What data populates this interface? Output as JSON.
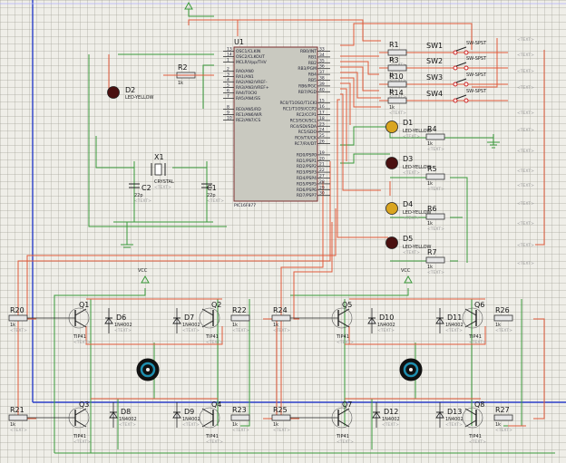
{
  "mcu": {
    "ref": "U1",
    "part": "PIC16F877",
    "left_pins": [
      "OSC1/CLKIN",
      "OSC2/CLKOUT",
      "MCLR/Vpp/THV",
      "RA0/AN0",
      "RA1/AN1",
      "RA2/AN2/VREF-",
      "RA3/AN3/VREF+",
      "RA4/T0CKI",
      "RA5/AN4/SS",
      "RE0/AN5/RD",
      "RE1/AN6/WR",
      "RE2/AN7/CS"
    ],
    "right_pins": [
      "RB0/INT",
      "RB1",
      "RB2",
      "RB3/PGM",
      "RB4",
      "RB5",
      "RB6/PGC",
      "RB7/PGD",
      "RC0/T1OSO/T1CKI",
      "RC1/T1OSI/CCP2",
      "RC2/CCP1",
      "RC3/SCK/SCL",
      "RC4/SDI/SDA",
      "RC5/SDO",
      "RC6/TX/CK",
      "RC7/RX/DT",
      "RD0/PSP0",
      "RD1/PSP1",
      "RD2/PSP2",
      "RD3/PSP3",
      "RD4/PSP4",
      "RD5/PSP5",
      "RD6/PSP6",
      "RD7/PSP7"
    ],
    "left_nums": [
      "13",
      "14",
      "1",
      "2",
      "3",
      "4",
      "5",
      "6",
      "7",
      "8",
      "9",
      "10"
    ],
    "right_nums": [
      "33",
      "34",
      "35",
      "36",
      "37",
      "38",
      "39",
      "40",
      "15",
      "16",
      "17",
      "18",
      "23",
      "24",
      "25",
      "26",
      "19",
      "20",
      "21",
      "22",
      "27",
      "28",
      "29",
      "30"
    ]
  },
  "crystal": {
    "ref": "X1",
    "part": "CRYSTAL"
  },
  "capacitors": [
    {
      "ref": "C2",
      "value": "22p"
    },
    {
      "ref": "C1",
      "value": "22p"
    }
  ],
  "resistors": [
    {
      "ref": "R2",
      "value": "1k"
    },
    {
      "ref": "R1",
      "value": "1k"
    },
    {
      "ref": "R3",
      "value": "1k"
    },
    {
      "ref": "R10",
      "value": "1k"
    },
    {
      "ref": "R14",
      "value": "1k"
    },
    {
      "ref": "R4",
      "value": "1k"
    },
    {
      "ref": "R5",
      "value": "1k"
    },
    {
      "ref": "R6",
      "value": "1k"
    },
    {
      "ref": "R7",
      "value": "1k"
    },
    {
      "ref": "R20",
      "value": "1k"
    },
    {
      "ref": "R22",
      "value": "1k"
    },
    {
      "ref": "R21",
      "value": "1k"
    },
    {
      "ref": "R23",
      "value": "1k"
    },
    {
      "ref": "R24",
      "value": "1k"
    },
    {
      "ref": "R26",
      "value": "1k"
    },
    {
      "ref": "R25",
      "value": "1k"
    },
    {
      "ref": "R27",
      "value": "1k"
    }
  ],
  "switches": [
    {
      "ref": "SW1",
      "part": "SW-SPST"
    },
    {
      "ref": "SW2",
      "part": "SW-SPST"
    },
    {
      "ref": "SW3",
      "part": "SW-SPST"
    },
    {
      "ref": "SW4",
      "part": "SW-SPST"
    }
  ],
  "leds": [
    {
      "ref": "D2",
      "part": "LED-YELLOW",
      "color": "#4a1010"
    },
    {
      "ref": "D1",
      "part": "LED-YELLOW",
      "color": "#d9a520"
    },
    {
      "ref": "D3",
      "part": "LED-YELLOW",
      "color": "#4a1010"
    },
    {
      "ref": "D4",
      "part": "LED-YELLOW",
      "color": "#d9a520"
    },
    {
      "ref": "D5",
      "part": "LED-YELLOW",
      "color": "#4a1010"
    }
  ],
  "transistors": [
    {
      "ref": "Q1",
      "part": "TIP41"
    },
    {
      "ref": "Q2",
      "part": "TIP41"
    },
    {
      "ref": "Q3",
      "part": "TIP41"
    },
    {
      "ref": "Q4",
      "part": "TIP41"
    },
    {
      "ref": "Q5",
      "part": "TIP41"
    },
    {
      "ref": "Q6",
      "part": "TIP41"
    },
    {
      "ref": "Q7",
      "part": "TIP41"
    },
    {
      "ref": "Q8",
      "part": "TIP41"
    }
  ],
  "diodes": [
    {
      "ref": "D6",
      "part": "1N4002"
    },
    {
      "ref": "D7",
      "part": "1N4002"
    },
    {
      "ref": "D8",
      "part": "1N4002"
    },
    {
      "ref": "D9",
      "part": "1N4002"
    },
    {
      "ref": "D10",
      "part": "1N4002"
    },
    {
      "ref": "D11",
      "part": "1N4002"
    },
    {
      "ref": "D12",
      "part": "1N4002"
    },
    {
      "ref": "D13",
      "part": "1N4002"
    }
  ],
  "power": {
    "vcc": "VCC"
  },
  "placeholder_text": "<TEXT>",
  "colors": {
    "sheet": "#efeee8",
    "wire_red": "#e05a3a",
    "wire_green": "#3a9a3a",
    "border_blue": "#2b3fc8",
    "body": "#c9c9c0",
    "motor": "#1f8fb0"
  }
}
